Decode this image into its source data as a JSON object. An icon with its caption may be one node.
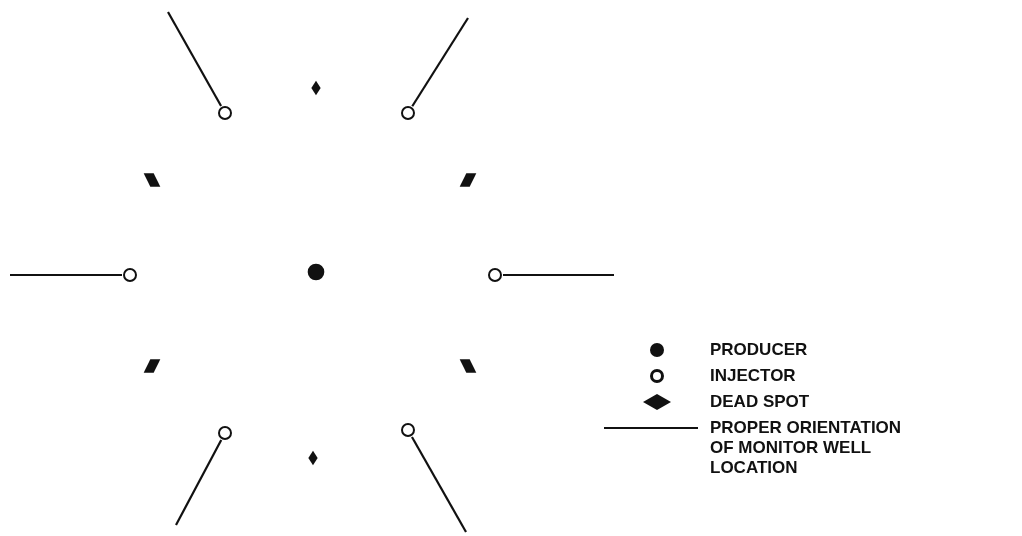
{
  "diagram": {
    "nodes": [
      {
        "text": [],
        "shape": "diamond"
      },
      {
        "text": [],
        "shape": "circle"
      },
      {
        "text": [],
        "shape": "circle"
      },
      {
        "text": [],
        "shape": "diamond"
      },
      {
        "text": [],
        "shape": "diamond"
      },
      {
        "text": [],
        "shape": "circle"
      },
      {
        "text": [],
        "shape": "circle"
      },
      {
        "text": [],
        "shape": "circle"
      },
      {
        "text": [],
        "shape": "diamond"
      },
      {
        "text": [],
        "shape": "diamond"
      },
      {
        "text": [],
        "shape": "circle"
      },
      {
        "text": [],
        "shape": "circle"
      },
      {
        "text": [],
        "shape": "diamond"
      }
    ],
    "edges": [
      {
        "from": 1,
        "to": null,
        "arrow": "none"
      },
      {
        "from": 2,
        "to": null,
        "arrow": "none"
      },
      {
        "from": 5,
        "to": null,
        "arrow": "none"
      },
      {
        "from": 7,
        "to": null,
        "arrow": "none"
      },
      {
        "from": 10,
        "to": null,
        "arrow": "none"
      },
      {
        "from": 11,
        "to": null,
        "arrow": "none"
      }
    ],
    "legend": [
      {
        "text": "PRODUCER"
      },
      {
        "text": "INJECTOR"
      },
      {
        "text": "DEAD SPOT"
      },
      {
        "text": "PROPER ORIENTATION OF MONITOR WELL LOCATION"
      }
    ]
  }
}
